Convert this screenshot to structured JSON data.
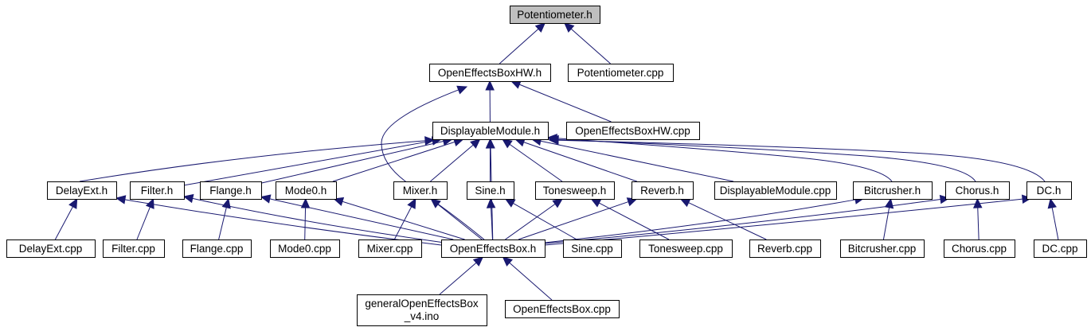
{
  "graph": {
    "nodes": [
      {
        "id": "n_potentiometer_h",
        "label": "Potentiometer.h",
        "root": true
      },
      {
        "id": "n_oebhw_h",
        "label": "OpenEffectsBoxHW.h"
      },
      {
        "id": "n_potentiometer_cpp",
        "label": "Potentiometer.cpp"
      },
      {
        "id": "n_displayablemodule_h",
        "label": "DisplayableModule.h"
      },
      {
        "id": "n_oebhw_cpp",
        "label": "OpenEffectsBoxHW.cpp"
      },
      {
        "id": "n_delayext_h",
        "label": "DelayExt.h"
      },
      {
        "id": "n_filter_h",
        "label": "Filter.h"
      },
      {
        "id": "n_flange_h",
        "label": "Flange.h"
      },
      {
        "id": "n_mode0_h",
        "label": "Mode0.h"
      },
      {
        "id": "n_mixer_h",
        "label": "Mixer.h"
      },
      {
        "id": "n_sine_h",
        "label": "Sine.h"
      },
      {
        "id": "n_tonesweep_h",
        "label": "Tonesweep.h"
      },
      {
        "id": "n_reverb_h",
        "label": "Reverb.h"
      },
      {
        "id": "n_displayablemodule_cpp",
        "label": "DisplayableModule.cpp"
      },
      {
        "id": "n_bitcrusher_h",
        "label": "Bitcrusher.h"
      },
      {
        "id": "n_chorus_h",
        "label": "Chorus.h"
      },
      {
        "id": "n_dc_h",
        "label": "DC.h"
      },
      {
        "id": "n_delayext_cpp",
        "label": "DelayExt.cpp"
      },
      {
        "id": "n_filter_cpp",
        "label": "Filter.cpp"
      },
      {
        "id": "n_flange_cpp",
        "label": "Flange.cpp"
      },
      {
        "id": "n_mode0_cpp",
        "label": "Mode0.cpp"
      },
      {
        "id": "n_mixer_cpp",
        "label": "Mixer.cpp"
      },
      {
        "id": "n_oeb_h",
        "label": "OpenEffectsBox.h"
      },
      {
        "id": "n_sine_cpp",
        "label": "Sine.cpp"
      },
      {
        "id": "n_tonesweep_cpp",
        "label": "Tonesweep.cpp"
      },
      {
        "id": "n_reverb_cpp",
        "label": "Reverb.cpp"
      },
      {
        "id": "n_bitcrusher_cpp",
        "label": "Bitcrusher.cpp"
      },
      {
        "id": "n_chorus_cpp",
        "label": "Chorus.cpp"
      },
      {
        "id": "n_dc_cpp",
        "label": "DC.cpp"
      },
      {
        "id": "n_general_ino",
        "label": "generalOpenEffectsBox",
        "label2": "_v4.ino"
      },
      {
        "id": "n_oeb_cpp",
        "label": "OpenEffectsBox.cpp"
      }
    ],
    "edges": [
      {
        "from": "n_oebhw_h",
        "to": "n_potentiometer_h"
      },
      {
        "from": "n_potentiometer_cpp",
        "to": "n_potentiometer_h"
      },
      {
        "from": "n_displayablemodule_h",
        "to": "n_oebhw_h"
      },
      {
        "from": "n_oebhw_cpp",
        "to": "n_oebhw_h"
      },
      {
        "from": "n_oeb_h",
        "to": "n_oebhw_h"
      },
      {
        "from": "n_delayext_h",
        "to": "n_displayablemodule_h"
      },
      {
        "from": "n_filter_h",
        "to": "n_displayablemodule_h"
      },
      {
        "from": "n_flange_h",
        "to": "n_displayablemodule_h"
      },
      {
        "from": "n_mode0_h",
        "to": "n_displayablemodule_h"
      },
      {
        "from": "n_mixer_h",
        "to": "n_displayablemodule_h"
      },
      {
        "from": "n_sine_h",
        "to": "n_displayablemodule_h"
      },
      {
        "from": "n_tonesweep_h",
        "to": "n_displayablemodule_h"
      },
      {
        "from": "n_reverb_h",
        "to": "n_displayablemodule_h"
      },
      {
        "from": "n_displayablemodule_cpp",
        "to": "n_displayablemodule_h"
      },
      {
        "from": "n_bitcrusher_h",
        "to": "n_displayablemodule_h"
      },
      {
        "from": "n_chorus_h",
        "to": "n_displayablemodule_h"
      },
      {
        "from": "n_dc_h",
        "to": "n_displayablemodule_h"
      },
      {
        "from": "n_oeb_h",
        "to": "n_displayablemodule_h"
      },
      {
        "from": "n_delayext_cpp",
        "to": "n_delayext_h"
      },
      {
        "from": "n_oeb_h",
        "to": "n_delayext_h"
      },
      {
        "from": "n_filter_cpp",
        "to": "n_filter_h"
      },
      {
        "from": "n_oeb_h",
        "to": "n_filter_h"
      },
      {
        "from": "n_flange_cpp",
        "to": "n_flange_h"
      },
      {
        "from": "n_oeb_h",
        "to": "n_flange_h"
      },
      {
        "from": "n_mode0_cpp",
        "to": "n_mode0_h"
      },
      {
        "from": "n_oeb_h",
        "to": "n_mode0_h"
      },
      {
        "from": "n_mixer_cpp",
        "to": "n_mixer_h"
      },
      {
        "from": "n_oeb_h",
        "to": "n_mixer_h"
      },
      {
        "from": "n_sine_cpp",
        "to": "n_sine_h"
      },
      {
        "from": "n_oeb_h",
        "to": "n_sine_h"
      },
      {
        "from": "n_tonesweep_cpp",
        "to": "n_tonesweep_h"
      },
      {
        "from": "n_oeb_h",
        "to": "n_tonesweep_h"
      },
      {
        "from": "n_reverb_cpp",
        "to": "n_reverb_h"
      },
      {
        "from": "n_oeb_h",
        "to": "n_reverb_h"
      },
      {
        "from": "n_bitcrusher_cpp",
        "to": "n_bitcrusher_h"
      },
      {
        "from": "n_oeb_h",
        "to": "n_bitcrusher_h"
      },
      {
        "from": "n_chorus_cpp",
        "to": "n_chorus_h"
      },
      {
        "from": "n_oeb_h",
        "to": "n_chorus_h"
      },
      {
        "from": "n_dc_cpp",
        "to": "n_dc_h"
      },
      {
        "from": "n_oeb_h",
        "to": "n_dc_h"
      },
      {
        "from": "n_general_ino",
        "to": "n_oeb_h"
      },
      {
        "from": "n_oeb_cpp",
        "to": "n_oeb_h"
      }
    ]
  },
  "colors": {
    "edge": "#191970",
    "node_border": "#000000",
    "node_fill": "#ffffff",
    "root_fill": "#bfbfbf"
  }
}
